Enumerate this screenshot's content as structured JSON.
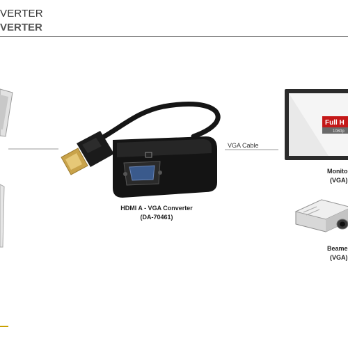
{
  "header": {
    "line1": "VERTER",
    "line2": "VERTER"
  },
  "converter": {
    "name": "HDMI A - VGA Converter",
    "model": "(DA-70461)"
  },
  "cable": {
    "label": "VGA Cable"
  },
  "monitor": {
    "name": "Monito",
    "port": "(VGA)",
    "badge": "Full H",
    "badge_sub": "1080p"
  },
  "beamer": {
    "name": "Beame",
    "port": "(VGA)"
  }
}
